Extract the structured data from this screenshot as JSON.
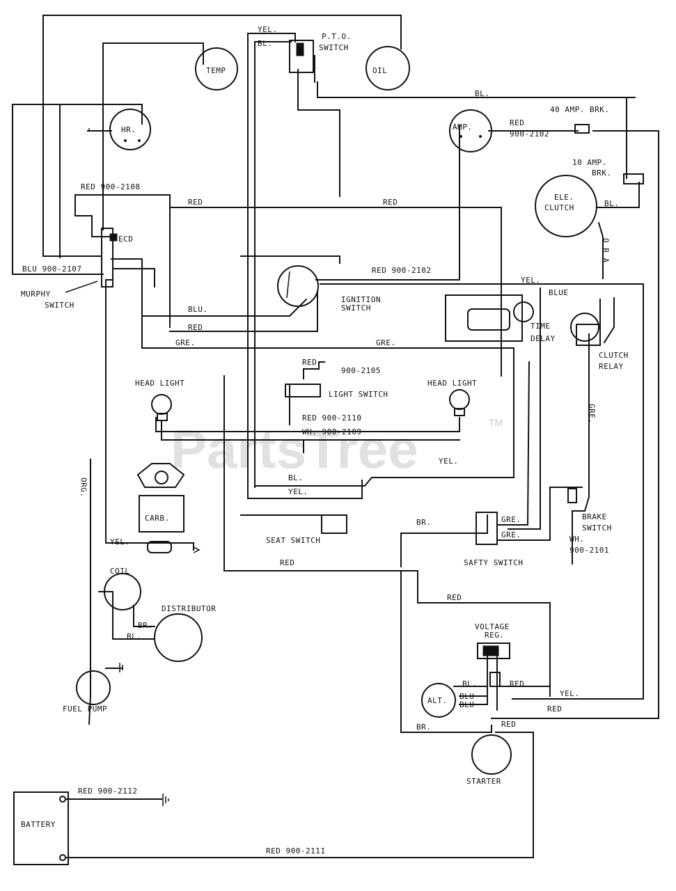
{
  "watermark": {
    "text": "PartsTree",
    "tm": "TM"
  },
  "components": {
    "temp": "TEMP",
    "oil": "OIL",
    "pto_switch": [
      "P.T.O.",
      "SWITCH"
    ],
    "hr": "HR.",
    "amp": "AMP.",
    "amp_brk_40": "40 AMP. BRK.",
    "amp_brk_10": [
      "10 AMP.",
      "BRK."
    ],
    "ele_clutch": [
      "ELE.",
      "CLUTCH"
    ],
    "murphy_switch": [
      "MURPHY",
      "SWITCH"
    ],
    "ignition_switch": [
      "IGNITION",
      "SWITCH"
    ],
    "time_delay": [
      "TIME",
      "DELAY"
    ],
    "clutch_relay": [
      "CLUTCH",
      "RELAY"
    ],
    "head_light_left": "HEAD LIGHT",
    "head_light_right": "HEAD LIGHT",
    "light_switch": "LIGHT SWITCH",
    "carb": "CARB.",
    "seat_switch": "SEAT SWITCH",
    "safety_switch": "SAFTY SWITCH",
    "brake_switch": [
      "BRAKE",
      "SWITCH"
    ],
    "coil": "COIL",
    "distributor": "DISTRIBUTOR",
    "fuel_pump": "FUEL PUMP",
    "voltage_reg": [
      "VOLTAGE",
      "REG."
    ],
    "alt": "ALT.",
    "starter": "STARTER",
    "battery": "BATTERY"
  },
  "wires": {
    "yel_pto": "YEL.",
    "bl_pto": "BL.",
    "bl_top": "BL.",
    "red_amp": [
      "RED",
      "900-2102"
    ],
    "red_2108": "RED 900-2108",
    "red_left": "RED",
    "red_mid": "RED",
    "bl_clutch": "BL.",
    "blu_2107": "BLU 900-2107",
    "red_2102": "RED 900-2102",
    "yel_relay": "YEL.",
    "blue_relay": "BLUE",
    "or_vertical": "O R A",
    "blu_ign": "BLU.",
    "red_ign": "RED",
    "gre_left": "GRE.",
    "gre_right": "GRE.",
    "red_light": "RED",
    "w2105": "900-2105",
    "red_2110": "RED 900-2110",
    "wh_2109": "WH. 900-2109",
    "yel_mid": "YEL.",
    "bl_mid": "BL.",
    "yel_seat": "YEL.",
    "gre_relay_v": "GRE.",
    "org_left_v": "ORG.",
    "yel_carb": "YEL.",
    "br_safety": "BR.",
    "gre_safety1": "GRE.",
    "gre_safety2": "GRE.",
    "wh_2101": [
      "WH.",
      "900-2101"
    ],
    "red_bottom": "RED",
    "red_reg": "RED",
    "br_dist": "BR.",
    "bl_dist": "BL.",
    "bl_alt": "BL.",
    "red_alt": "RED",
    "blu_alt1": "BLU",
    "blu_alt2": "BLU",
    "yel_alt": "YEL.",
    "red_alt2": "RED",
    "br_starter": "BR.",
    "red_starter": "RED",
    "red_2112": "RED 900-2112",
    "red_2111": "RED 900-2111"
  }
}
